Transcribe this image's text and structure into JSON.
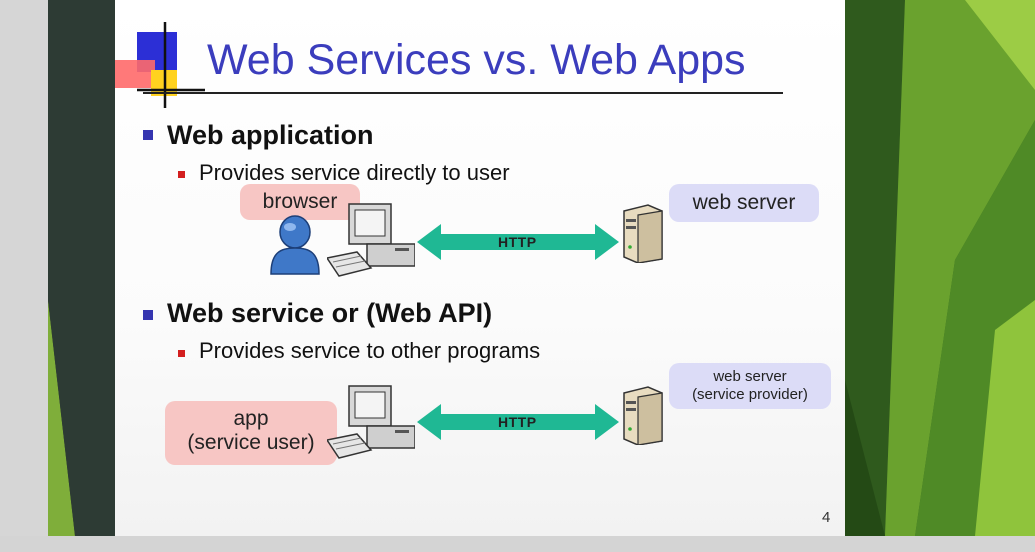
{
  "slide": {
    "title": "Web Services vs. Web Apps",
    "page_number": "4",
    "sections": [
      {
        "heading": "Web application",
        "sub": "Provides service directly to user",
        "client_label": "browser",
        "protocol": "HTTP",
        "server_label": "web server"
      },
      {
        "heading": "Web service or (Web API)",
        "sub": "Provides service to other programs",
        "client_label_line1": "app",
        "client_label_line2": "(service user)",
        "protocol": "HTTP",
        "server_label_line1": "web server",
        "server_label_line2": "(service provider)"
      }
    ]
  },
  "icons": [
    "user-icon",
    "computer-icon",
    "server-icon",
    "double-arrow-icon",
    "logo-squares"
  ],
  "colors": {
    "title": "#3b3dbd",
    "bullet_level1": "#3535b0",
    "bullet_level2": "#d31f1f",
    "arrow": "#1fb894",
    "callout_pink": "#f7c6c4",
    "callout_blue": "#dcdcf7"
  }
}
